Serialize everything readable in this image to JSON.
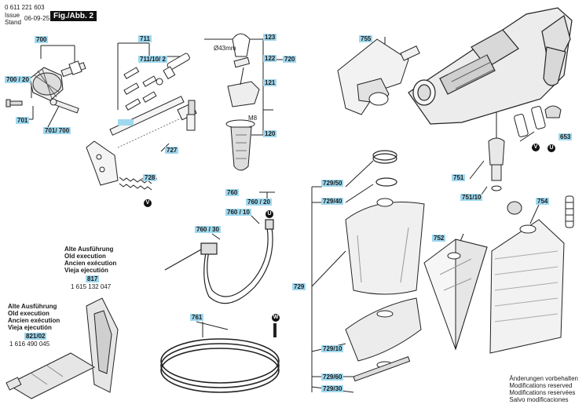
{
  "header": {
    "part_number": "0 611 221 603",
    "issue_label": "Issue",
    "stand_label": "Stand",
    "date": "06-09-25",
    "figure": "Fig./Abb. 2"
  },
  "part_tags": {
    "p700": "700",
    "p700_20": "700 / 20",
    "p701": "701",
    "p701_700": "701/ 700",
    "p711": "711",
    "p711_10_2": "711/10/ 2",
    "p123": "123",
    "p122": "122",
    "p121": "121",
    "p120": "120",
    "p720": "720",
    "p727": "727",
    "p728": "728",
    "p755": "755",
    "p653": "653",
    "p729_50": "729/50",
    "p729_40": "729/40",
    "p729": "729",
    "p729_10": "729/10",
    "p729_60": "729/60",
    "p729_30": "729/30",
    "p751": "751",
    "p751_10": "751/10",
    "p752": "752",
    "p754": "754",
    "p760": "760",
    "p760_20": "760 / 20",
    "p760_10": "760 / 10",
    "p760_30": "760 / 30",
    "p761": "761",
    "p817": "817",
    "p821_02": "821/02"
  },
  "labels": {
    "diameter": "Ø43mm",
    "thread": "M8"
  },
  "markers": {
    "v": "V",
    "u": "U",
    "w": "W"
  },
  "old_execution_1": {
    "line1": "Alte Ausführung",
    "line2": "Old execution",
    "line3": "Ancien exécution",
    "line4": "Vieja ejecutión",
    "part_no": "1 615 132 047"
  },
  "old_execution_2": {
    "line1": "Alte Ausführung",
    "line2": "Old execution",
    "line3": "Ancien exécution",
    "line4": "Vieja ejecutión",
    "part_no": "1 616 490 045"
  },
  "modifications": {
    "de": "Änderungen vorbehalten",
    "en": "Modifications reserved",
    "fr": "Modifications reservées",
    "es": "Salvo modificaciones"
  }
}
